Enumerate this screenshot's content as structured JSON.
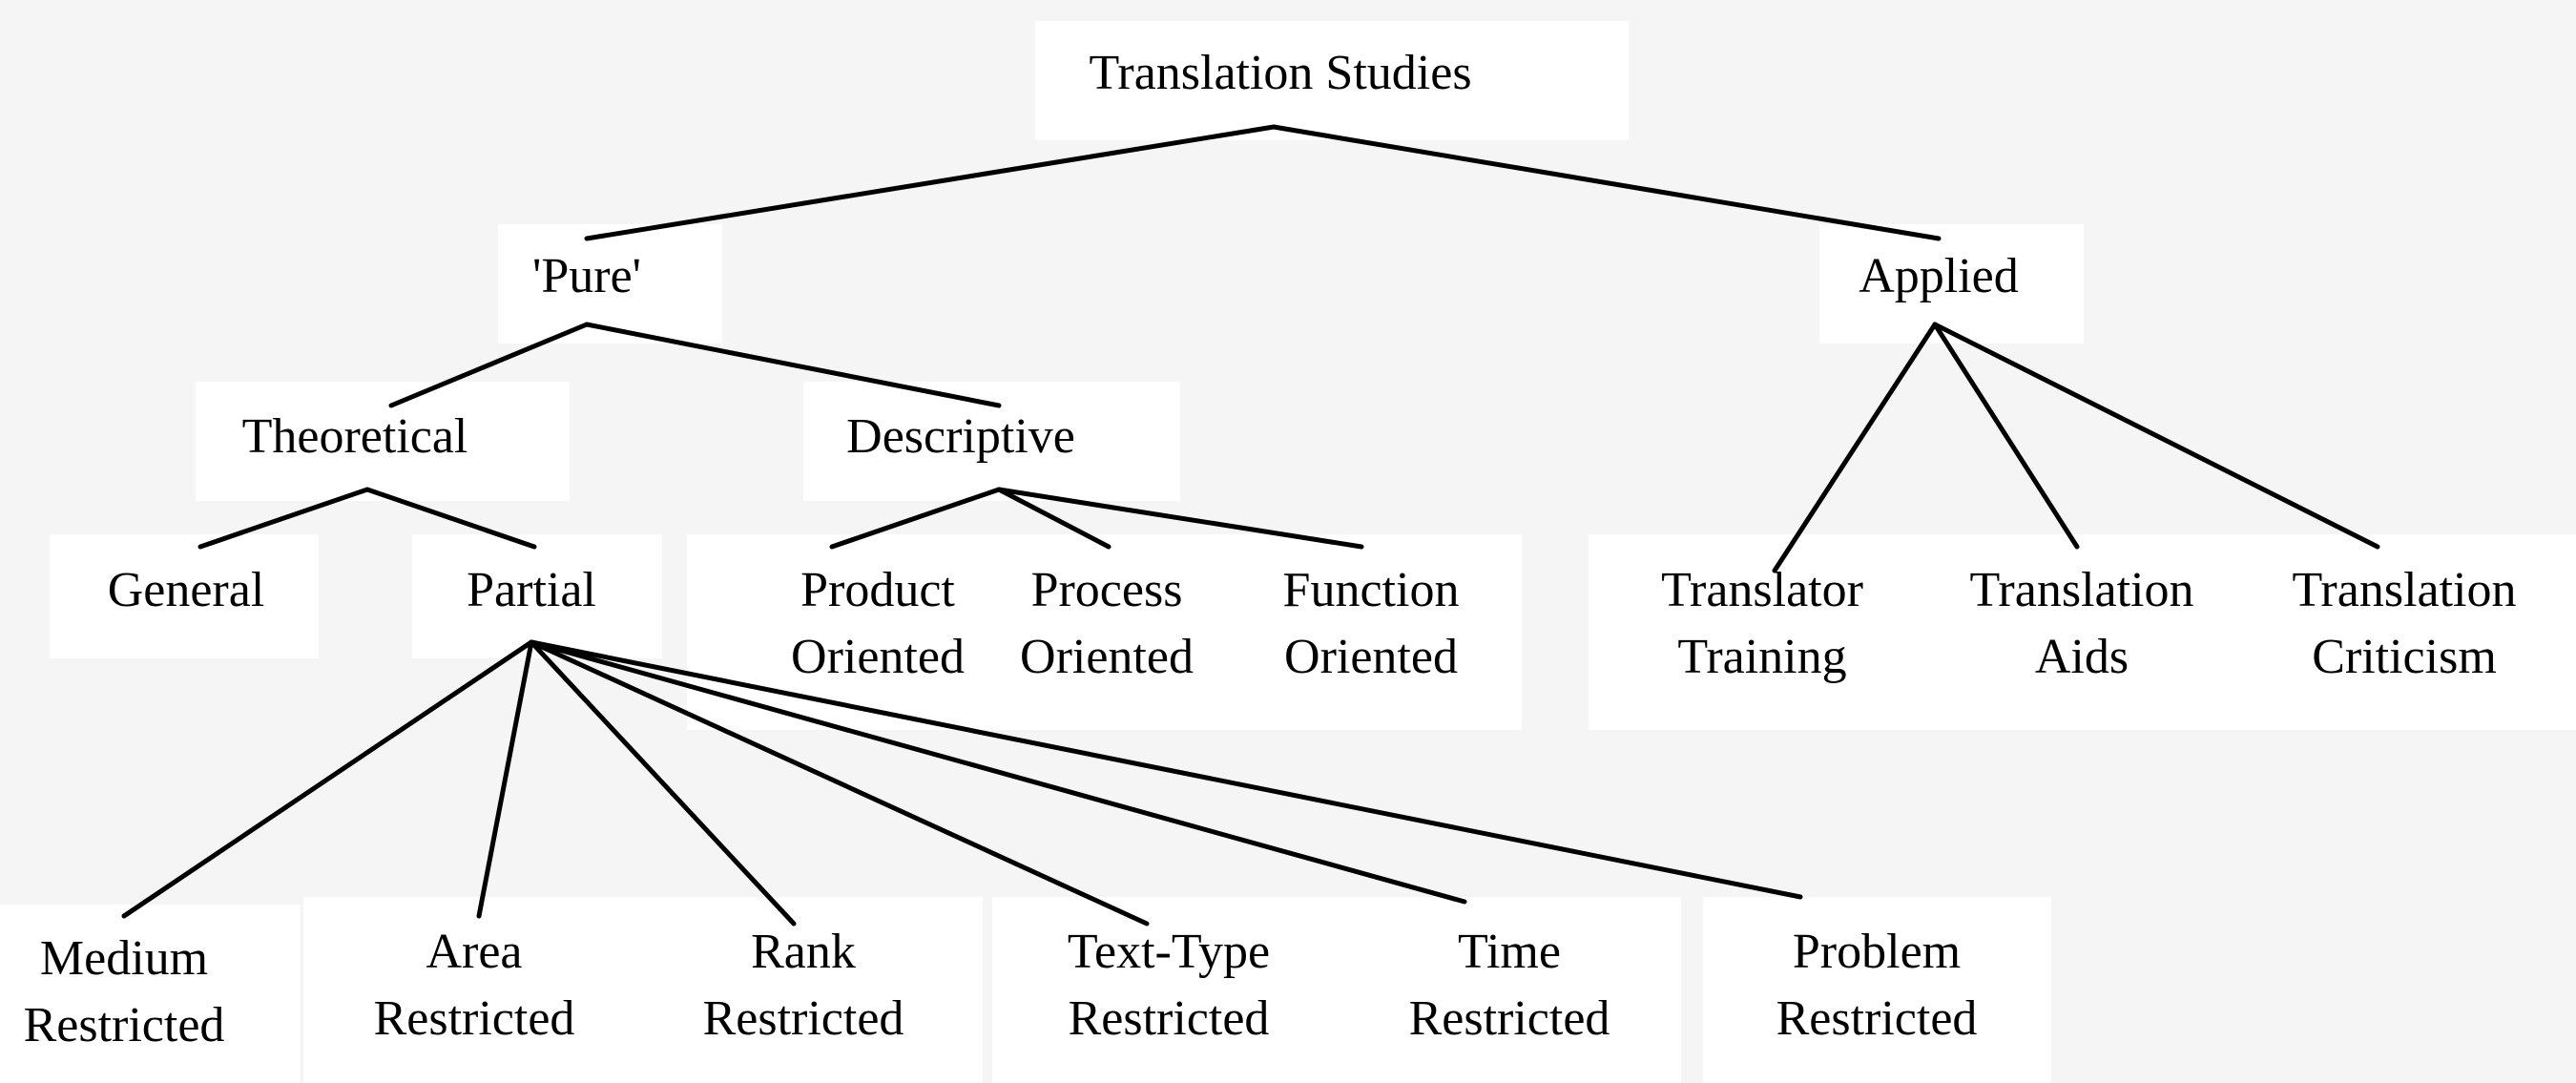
{
  "nodes": {
    "translation_studies": {
      "lines": [
        "Translation Studies"
      ]
    },
    "pure": {
      "lines": [
        "'Pure'"
      ]
    },
    "applied": {
      "lines": [
        "Applied"
      ]
    },
    "theoretical": {
      "lines": [
        "Theoretical"
      ]
    },
    "descriptive": {
      "lines": [
        "Descriptive"
      ]
    },
    "general": {
      "lines": [
        "General"
      ]
    },
    "partial": {
      "lines": [
        "Partial"
      ]
    },
    "product_oriented": {
      "lines": [
        "Product",
        "Oriented"
      ]
    },
    "process_oriented": {
      "lines": [
        "Process",
        "Oriented"
      ]
    },
    "function_oriented": {
      "lines": [
        "Function",
        "Oriented"
      ]
    },
    "translator_training": {
      "lines": [
        "Translator",
        "Training"
      ]
    },
    "translation_aids": {
      "lines": [
        "Translation",
        "Aids"
      ]
    },
    "translation_criticism": {
      "lines": [
        "Translation",
        "Criticism"
      ]
    },
    "medium_restricted": {
      "lines": [
        "Medium",
        "Restricted"
      ]
    },
    "area_restricted": {
      "lines": [
        "Area",
        "Restricted"
      ]
    },
    "rank_restricted": {
      "lines": [
        "Rank",
        "Restricted"
      ]
    },
    "text_type_restricted": {
      "lines": [
        "Text-Type",
        "Restricted"
      ]
    },
    "time_restricted": {
      "lines": [
        "Time",
        "Restricted"
      ]
    },
    "problem_restricted": {
      "lines": [
        "Problem",
        "Restricted"
      ]
    }
  },
  "edges": [
    [
      "translation_studies",
      "pure"
    ],
    [
      "translation_studies",
      "applied"
    ],
    [
      "pure",
      "theoretical"
    ],
    [
      "pure",
      "descriptive"
    ],
    [
      "theoretical",
      "general"
    ],
    [
      "theoretical",
      "partial"
    ],
    [
      "descriptive",
      "product_oriented"
    ],
    [
      "descriptive",
      "process_oriented"
    ],
    [
      "descriptive",
      "function_oriented"
    ],
    [
      "applied",
      "translator_training"
    ],
    [
      "applied",
      "translation_aids"
    ],
    [
      "applied",
      "translation_criticism"
    ],
    [
      "partial",
      "medium_restricted"
    ],
    [
      "partial",
      "area_restricted"
    ],
    [
      "partial",
      "rank_restricted"
    ],
    [
      "partial",
      "text_type_restricted"
    ],
    [
      "partial",
      "time_restricted"
    ],
    [
      "partial",
      "problem_restricted"
    ]
  ]
}
